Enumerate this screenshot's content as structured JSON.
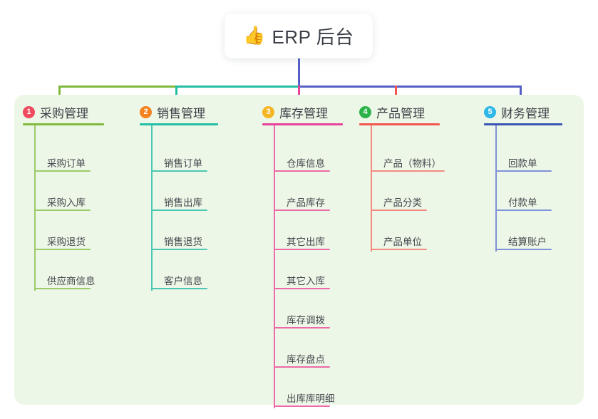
{
  "root": {
    "emoji": "👍",
    "emoji_name": "thumbs-up-icon",
    "title": "ERP 后台"
  },
  "colors": {
    "panel_bg": "#edf7e7",
    "stem": "#5560c4",
    "text": "#3b4048",
    "leaf_text": "#45494f",
    "branch_green": "#7fba3f",
    "branch_teal": "#22bfa4",
    "branch_pink": "#e8439b",
    "branch_red": "#f2564f",
    "branch_blue": "#5560c4"
  },
  "columns": [
    {
      "index": "1",
      "label": "采购管理",
      "badge_color": "#ef4a5e",
      "rule_color": "#7fba3f",
      "leaf_color": "#9ccb6a",
      "connector_color": "#7fba3f",
      "items": [
        "采购订单",
        "采购入库",
        "采购退货",
        "供应商信息"
      ]
    },
    {
      "index": "2",
      "label": "销售管理",
      "badge_color": "#f58220",
      "rule_color": "#22bfa4",
      "leaf_color": "#4cc7b4",
      "connector_color": "#22bfa4",
      "items": [
        "销售订单",
        "销售出库",
        "销售退货",
        "客户信息"
      ]
    },
    {
      "index": "3",
      "label": "库存管理",
      "badge_color": "#f5b623",
      "rule_color": "#e8439b",
      "leaf_color": "#ec6aa8",
      "connector_color": "#e8439b",
      "items": [
        "仓库信息",
        "产品库存",
        "其它出库",
        "其它入库",
        "库存调拨",
        "库存盘点",
        "出库库明细"
      ]
    },
    {
      "index": "4",
      "label": "产品管理",
      "badge_color": "#2bb34a",
      "rule_color": "#f2564f",
      "leaf_color": "#f58b80",
      "connector_color": "#f2564f",
      "items": [
        "产品（物料）",
        "产品分类",
        "产品单位"
      ]
    },
    {
      "index": "5",
      "label": "财务管理",
      "badge_color": "#2eb8e8",
      "rule_color": "#3a54b4",
      "leaf_color": "#7f93d8",
      "connector_color": "#5560c4",
      "items": [
        "回款单",
        "付款单",
        "结算账户"
      ]
    }
  ]
}
